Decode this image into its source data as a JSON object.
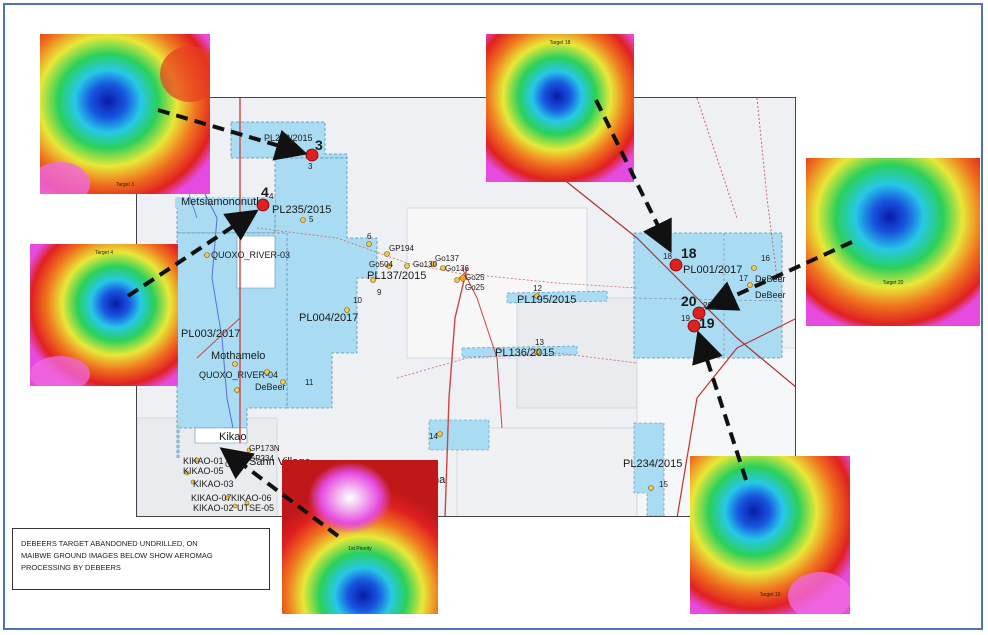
{
  "note": {
    "line1": "DEBEERS TARGET ABANDONED UNDRILLED, ON",
    "line2": "MAIBWE GROUND IMAGES BELOW SHOW AEROMAG",
    "line3": "PROCESSING BY DEBEERS"
  },
  "targets": [
    {
      "id": "3",
      "caption": "Target 3",
      "title": ""
    },
    {
      "id": "4",
      "caption": "",
      "title": "Target 4"
    },
    {
      "id": "18",
      "caption": "",
      "title": "Target 18"
    },
    {
      "id": "20",
      "caption": "Target 20",
      "title": ""
    },
    {
      "id": "19",
      "caption": "Target 19",
      "title": ""
    },
    {
      "id": "1st",
      "caption": "1st Priority",
      "title": ""
    }
  ],
  "map_labels": {
    "pl232": "PL232/2015",
    "pl235": "Metsiamononutl",
    "pl235b": "PL235/2015",
    "quoxo03": "QUOXO_RIVER-03",
    "pl137": "PL137/2015",
    "pl004": "PL004/2017",
    "pl003": "PL003/2017",
    "mothamelo": "Mothamelo",
    "quoxo04": "QUOXO_RIVER-04",
    "debeer1": "DeBeer",
    "kikao": "Kikao",
    "gp173n": "GP173N",
    "gp234": "GP234",
    "kikao01": "KIKAO-01",
    "kikao05": "KIKAO-05",
    "kikao03": "KIKAO-03",
    "kikao07": "KIKAO-07",
    "kikao02": "KIKAO-02",
    "kikao06": "KIKAO-06",
    "utse05": "UTSE-05",
    "sahn": "Sahn Village",
    "pl195": "PL195/2015",
    "pl136": "PL136/2015",
    "pl001": "PL001/2017",
    "debeer2": "DeBeer",
    "debeer3": "DeBeer",
    "pl234": "PL234/2015",
    "gp194": "GP194",
    "go504": "Go504",
    "go130": "Go130",
    "go136": "Go136",
    "go137": "Go137",
    "go25a": "Go25",
    "go25b": "Go25",
    "gp": "GP",
    "na": "na"
  },
  "numbers": {
    "n3": "3",
    "n3s": "3",
    "n4": "4",
    "n4s": "4",
    "n5": "5",
    "n6": "6",
    "n9": "9",
    "n10": "10",
    "n11": "11",
    "n12": "12",
    "n13": "13",
    "n14": "14",
    "n15": "15",
    "n16": "16",
    "n17": "17",
    "n18": "18",
    "n18s": "18",
    "n19": "19",
    "n19s": "19",
    "n20": "20",
    "n20s": "20"
  }
}
